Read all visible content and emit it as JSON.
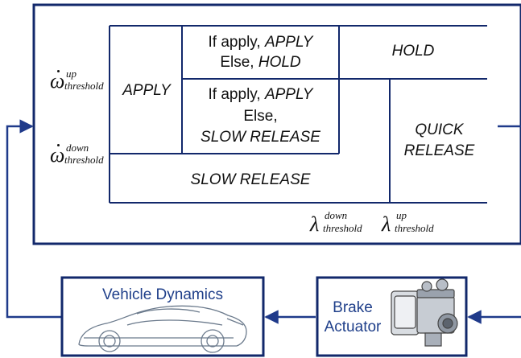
{
  "colors": {
    "frame": "#12286b",
    "arrow": "#1f3a8a",
    "text": "#111111",
    "block_text": "#1f3f8a"
  },
  "controller": {
    "cells": {
      "apply": "APPLY",
      "if_apply_1": "If apply, ",
      "apply_word_1": "APPLY",
      "else_1": "Else, ",
      "hold_word_1": "HOLD",
      "hold": "HOLD",
      "if_apply_2": "If apply, ",
      "apply_word_2": "APPLY",
      "else_2": "Else,",
      "slow_release_word": "SLOW RELEASE",
      "quick": "QUICK",
      "release": "RELEASE",
      "slow_release": "SLOW RELEASE"
    },
    "thresholds": {
      "omega_symbol": "ω",
      "lambda_symbol": "λ",
      "up": "up",
      "down": "down",
      "threshold": "threshold"
    }
  },
  "blocks": {
    "vehicle_dynamics": {
      "label": "Vehicle Dynamics",
      "icon": "sports-car-sketch"
    },
    "brake_actuator": {
      "label_line1": "Brake",
      "label_line2": "Actuator",
      "icon": "abs-module"
    }
  }
}
